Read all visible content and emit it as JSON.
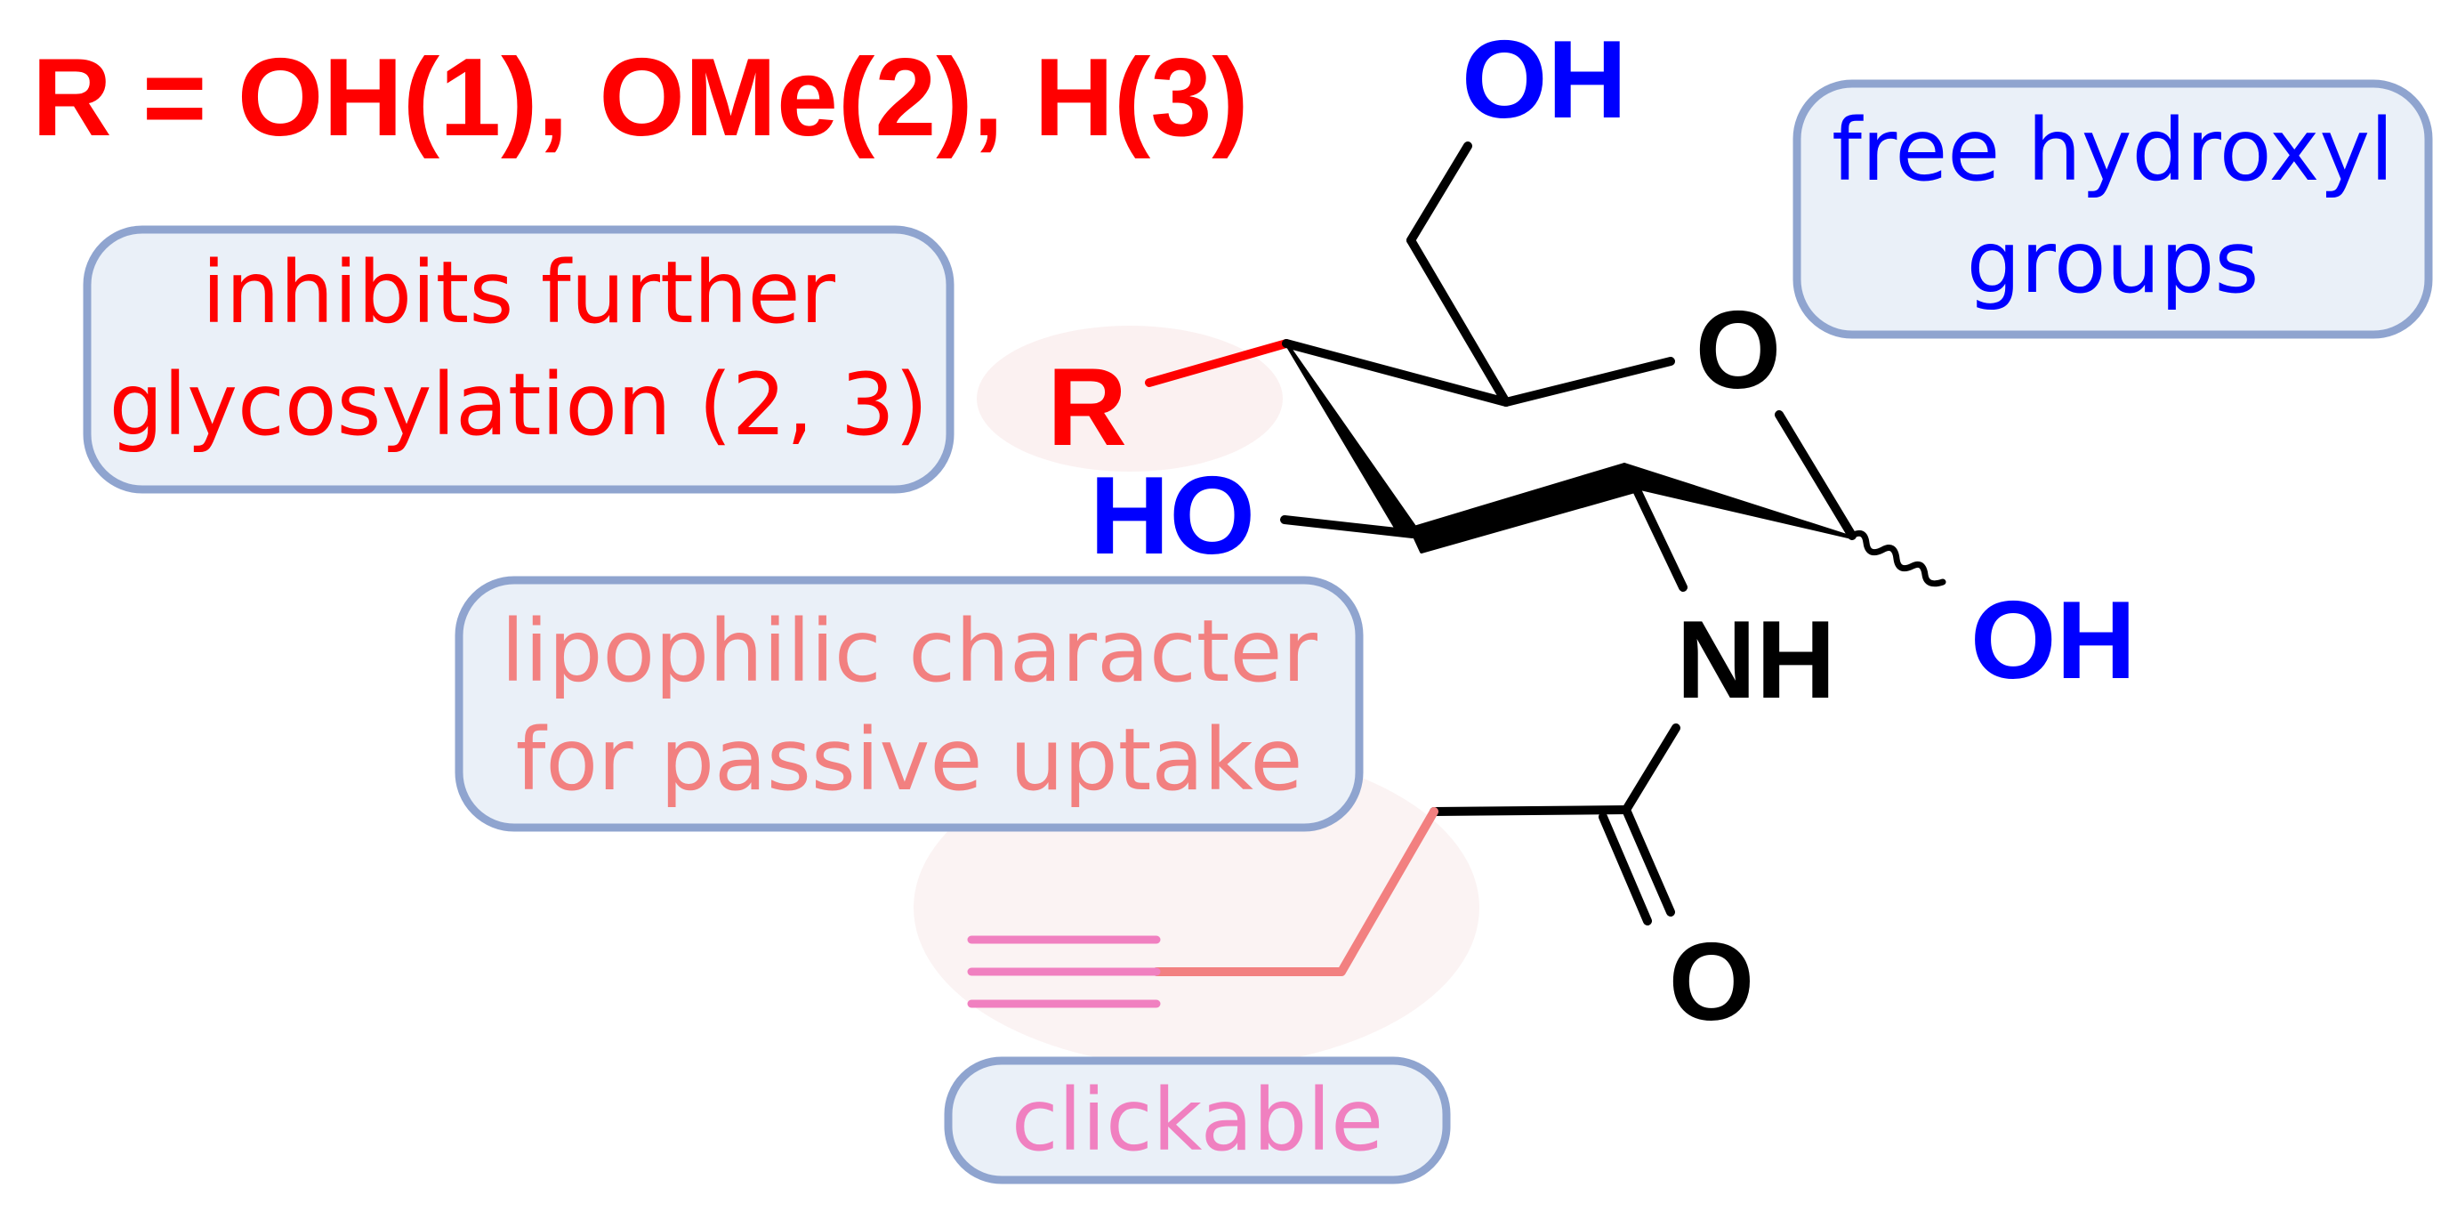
{
  "header": {
    "r_definition": "R = OH(1), OMe(2), H(3)"
  },
  "annotations": {
    "glycosylation": {
      "line1": "inhibits further",
      "line2": "glycosylation (2, 3)"
    },
    "hydroxyl": {
      "line1": "free hydroxyl",
      "line2": "groups"
    },
    "lipophilic": {
      "line1": "lipophilic character",
      "line2": "for passive uptake"
    },
    "clickable": {
      "line1": "clickable"
    }
  },
  "molecule": {
    "atoms": {
      "c6_hydroxyl": "OH",
      "ring_oxygen": "O",
      "r_group": "R",
      "c3_hydroxyl": "HO",
      "anomeric_hydroxyl": "OH",
      "amide_nitrogen": "NH",
      "carbonyl_oxygen": "O"
    }
  },
  "colors": {
    "red": "#ff0000",
    "blue": "#0000ff",
    "black": "#000000",
    "salmon": "#f28080",
    "pink": "#f080c0",
    "box_fill": "#eaf0f8",
    "box_border": "#8fa4cf",
    "highlight": "#fbf3f3"
  }
}
